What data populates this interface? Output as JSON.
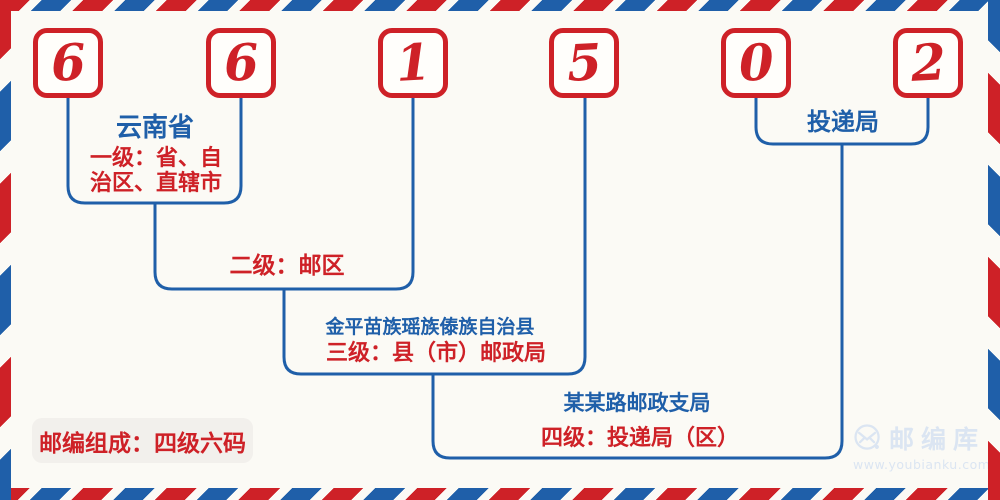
{
  "digits": [
    "6",
    "6",
    "1",
    "5",
    "0",
    "2"
  ],
  "labels": {
    "province_name": "云南省",
    "level1_desc_line1": "一级：省、自",
    "level1_desc_line2": "治区、直辖市",
    "level2_desc": "二级：邮区",
    "county_name": "金平苗族瑶族傣族自治县",
    "level3_desc": "三级：县（市）邮政局",
    "branch_name": "某某路邮政支局",
    "level4_desc": "四级：投递局（区）",
    "delivery_office": "投递局"
  },
  "footer_note": "邮编组成：四级六码",
  "watermark": {
    "icon": "envelope-circle-icon",
    "brand": "邮编库",
    "url": "www.youbianku.com"
  },
  "colors": {
    "digit_red": "#ce2127",
    "line_blue": "#1f5fa9",
    "watermark_blue": "#dbe5f2",
    "background": "#fbfaf5",
    "note_background": "#f2f0ec"
  }
}
